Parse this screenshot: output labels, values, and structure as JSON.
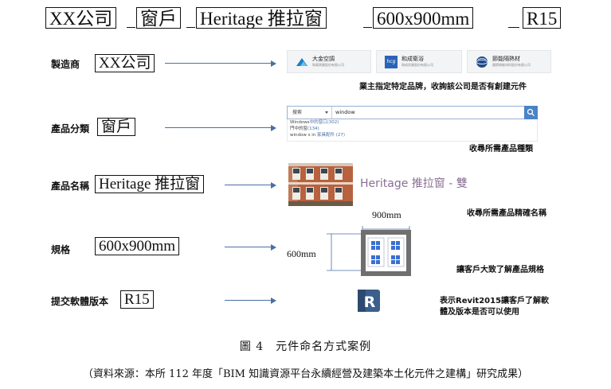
{
  "title": {
    "company": "XX公司",
    "category": "窗戶",
    "product": "Heritage 推拉窗",
    "size": "600x900mm",
    "version": "R15"
  },
  "rows": [
    {
      "label": "製造商",
      "value": "XX公司",
      "note": "業主指定特定品牌，收詢該公司是否有創建元件"
    },
    {
      "label": "產品分類",
      "value": "窗戶",
      "note": "收尋所需產品種類"
    },
    {
      "label": "產品名稱",
      "value": "Heritage 推拉窗",
      "note": "收尋所需產品精確名稱"
    },
    {
      "label": "規格",
      "value": "600x900mm",
      "note": "讓客戶大致了解產品規格"
    },
    {
      "label": "提交軟體版本",
      "value": "R15",
      "note_line1": "表示Revit2015讓客戶了解軟",
      "note_line2": "體及版本是否可以使用"
    }
  ],
  "brands": [
    {
      "name": "大金空調",
      "sub": "和泰興業股份有限公司",
      "color": "#1a7fc8",
      "icon": "daikin-logo-icon"
    },
    {
      "name": "和成衛浴",
      "sub": "和成欣業股份有限公司",
      "color": "#2b63b8",
      "icon": "hcg-logo-icon"
    },
    {
      "name": "節能隔熱材",
      "sub": "國際綠能材料股份有限公司",
      "color": "#1f4a86",
      "icon": "globe-logo-icon"
    }
  ],
  "brand_logo_text": "hcg",
  "search": {
    "select_label": "搜索",
    "query": "window",
    "suggestions": [
      {
        "text": "Windows",
        "highlight": "中的窗口(302)"
      },
      {
        "text": "門中的窗",
        "highlight": "(134)"
      },
      {
        "text": "window s in ",
        "highlight": "家具配件 (27)"
      }
    ]
  },
  "product_display_name": "Heritage 推拉窗 - 雙",
  "spec": {
    "width": "900mm",
    "height": "600mm"
  },
  "caption": "圖 4　元件命名方式案例",
  "source": "（資料來源：本所 112 年度「BIM 知識資源平台永續經營及建築本土化元件之建構」研究成果）",
  "colors": {
    "arrow": "#4a6fa5",
    "search_button": "#4a83c6",
    "revit_icon": "#3a5f8c",
    "frame": "#777777"
  }
}
